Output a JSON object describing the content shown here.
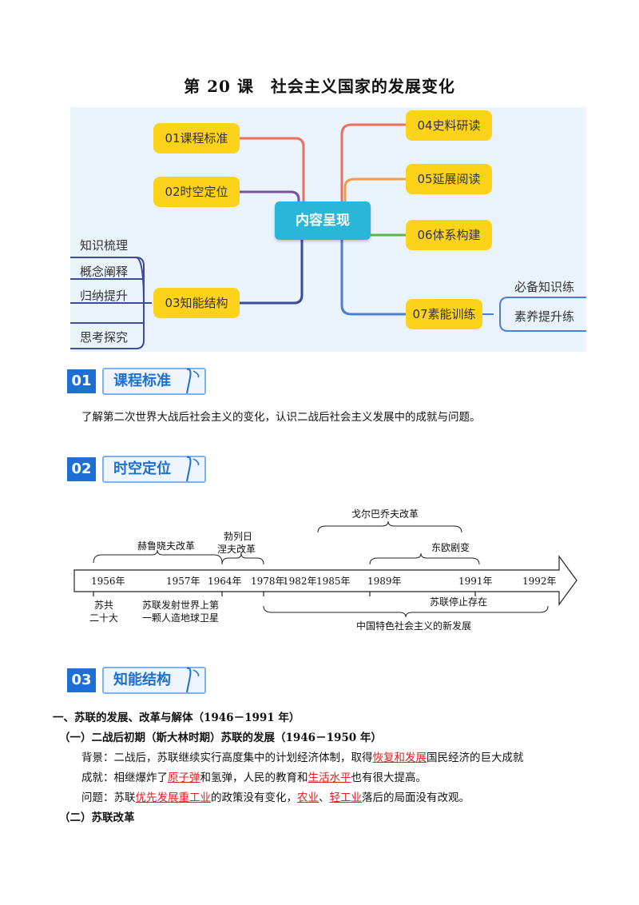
{
  "title": "第 20 课　社会主义国家的发展变化",
  "mindmap": {
    "center": "内容呈现",
    "left_nodes": [
      "01课程标准",
      "02时空定位",
      "03知能结构"
    ],
    "right_nodes": [
      "04史料研读",
      "05延展阅读",
      "06体系构建",
      "07素能训练"
    ],
    "left_leaves": [
      "知识梳理",
      "概念阐释",
      "归纳提升",
      "思考探究"
    ],
    "right_leaves": [
      "必备知识练",
      "素养提升练"
    ]
  },
  "sections": {
    "s1": {
      "num": "01",
      "label": "课程标准"
    },
    "s2": {
      "num": "02",
      "label": "时空定位"
    },
    "s3": {
      "num": "03",
      "label": "知能结构"
    }
  },
  "course_standard": "了解第二次世界大战后社会主义的变化，认识二战后社会主义发展中的成就与问题。",
  "timeline": {
    "years": [
      "1956年",
      "1957年",
      "1964年",
      "1978年",
      "1982年",
      "1985年",
      "1989年",
      "1991年",
      "1992年"
    ],
    "above": {
      "khrushchev": "赫鲁晓夫改革",
      "brezhnev_1": "勃列日",
      "brezhnev_2": "涅夫改革",
      "gorbachev": "戈尔巴乔夫改革",
      "eastern_europe": "东欧剧变"
    },
    "below": {
      "cpsu_1": "苏共",
      "cpsu_2": "二十大",
      "satellite_1": "苏联发射世界上第",
      "satellite_2": "一颗人造地球卫星",
      "ussr_end": "苏联停止存在",
      "china": "中国特色社会主义的新发展"
    }
  },
  "content": {
    "h1": "一、苏联的发展、改革与解体（1946－1991 年）",
    "h2": "（一）二战后初期（斯大林时期）苏联的发展（1946－1950 年）",
    "p1_a": "背景：二战后，苏联继续实行高度集中的计划经济体制，取得",
    "p1_red": "恢复和发展",
    "p1_b": "国民经济的巨大成就",
    "p2_a": "成就：相继爆炸了",
    "p2_red1": "原子弹",
    "p2_b": "和氢弹，人民的教育和",
    "p2_red2": "生活水平",
    "p2_c": "也有很大提高。",
    "p3_a": "问题：苏联",
    "p3_red1": "优先发展重工业",
    "p3_b": "的政策没有变化，",
    "p3_red2": "农业",
    "p3_c": "、",
    "p3_red3": "轻工业",
    "p3_d": "落后的局面没有改观。",
    "h3": "（二）苏联改革"
  }
}
